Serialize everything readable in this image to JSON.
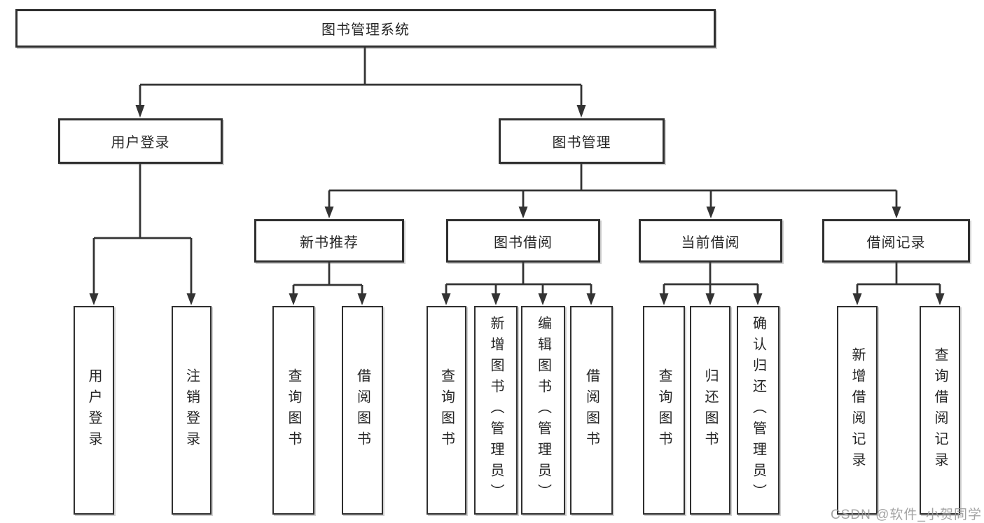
{
  "diagram_title": "图书管理系统",
  "tree": {
    "label": "图书管理系统",
    "children": [
      {
        "label": "用户登录",
        "children": [
          {
            "label": "用户登录"
          },
          {
            "label": "注销登录"
          }
        ]
      },
      {
        "label": "图书管理",
        "children": [
          {
            "label": "新书推荐",
            "children": [
              {
                "label": "查询图书"
              },
              {
                "label": "借阅图书"
              }
            ]
          },
          {
            "label": "图书借阅",
            "children": [
              {
                "label": "查询图书"
              },
              {
                "label": "新增图书（管理员）"
              },
              {
                "label": "编辑图书（管理员）"
              },
              {
                "label": "借阅图书"
              }
            ]
          },
          {
            "label": "当前借阅",
            "children": [
              {
                "label": "查询图书"
              },
              {
                "label": "归还图书"
              },
              {
                "label": "确认归还（管理员）"
              }
            ]
          },
          {
            "label": "借阅记录",
            "children": [
              {
                "label": "新增借阅记录"
              },
              {
                "label": "查询借阅记录"
              }
            ]
          }
        ]
      }
    ]
  },
  "watermark": {
    "text": "CSDN @软件_小贺同学"
  },
  "colors": {
    "line": "#333333",
    "box_border": "#2f2f2f",
    "text": "#262626",
    "watermark": "#9a9a9a",
    "background": "#ffffff"
  }
}
